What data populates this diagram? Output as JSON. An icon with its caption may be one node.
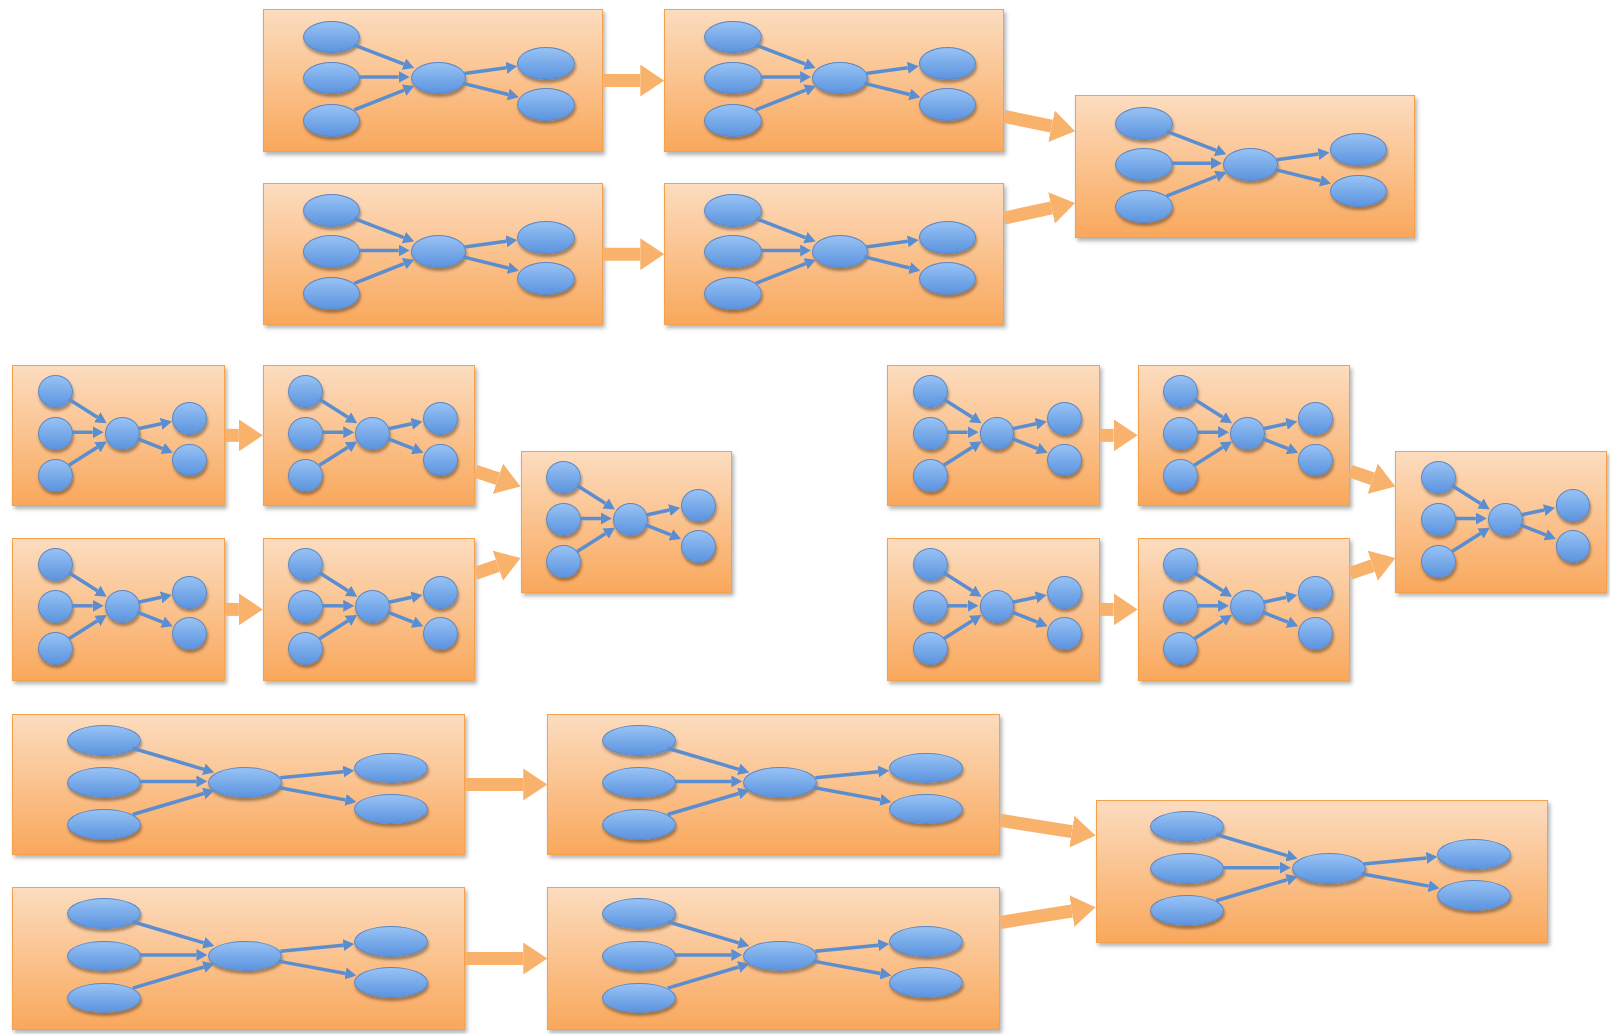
{
  "diagram": {
    "nodes": [
      {
        "text": [],
        "shape": "box"
      },
      {
        "text": [],
        "shape": "ellipse",
        "in": 0
      },
      {
        "text": [],
        "shape": "ellipse",
        "in": 0
      },
      {
        "text": [],
        "shape": "ellipse",
        "in": 0
      },
      {
        "text": [],
        "shape": "ellipse",
        "in": 0
      },
      {
        "text": [],
        "shape": "ellipse",
        "in": 0
      },
      {
        "text": [],
        "shape": "ellipse",
        "in": 0
      },
      {
        "text": [],
        "shape": "box"
      },
      {
        "text": [],
        "shape": "ellipse",
        "in": 7
      },
      {
        "text": [],
        "shape": "ellipse",
        "in": 7
      },
      {
        "text": [],
        "shape": "ellipse",
        "in": 7
      },
      {
        "text": [],
        "shape": "ellipse",
        "in": 7
      },
      {
        "text": [],
        "shape": "ellipse",
        "in": 7
      },
      {
        "text": [],
        "shape": "ellipse",
        "in": 7
      },
      {
        "text": [],
        "shape": "box"
      },
      {
        "text": [],
        "shape": "ellipse",
        "in": 14
      },
      {
        "text": [],
        "shape": "ellipse",
        "in": 14
      },
      {
        "text": [],
        "shape": "ellipse",
        "in": 14
      },
      {
        "text": [],
        "shape": "ellipse",
        "in": 14
      },
      {
        "text": [],
        "shape": "ellipse",
        "in": 14
      },
      {
        "text": [],
        "shape": "ellipse",
        "in": 14
      },
      {
        "text": [],
        "shape": "box"
      },
      {
        "text": [],
        "shape": "ellipse",
        "in": 21
      },
      {
        "text": [],
        "shape": "ellipse",
        "in": 21
      },
      {
        "text": [],
        "shape": "ellipse",
        "in": 21
      },
      {
        "text": [],
        "shape": "ellipse",
        "in": 21
      },
      {
        "text": [],
        "shape": "ellipse",
        "in": 21
      },
      {
        "text": [],
        "shape": "ellipse",
        "in": 21
      },
      {
        "text": [],
        "shape": "box"
      },
      {
        "text": [],
        "shape": "ellipse",
        "in": 28
      },
      {
        "text": [],
        "shape": "ellipse",
        "in": 28
      },
      {
        "text": [],
        "shape": "ellipse",
        "in": 28
      },
      {
        "text": [],
        "shape": "ellipse",
        "in": 28
      },
      {
        "text": [],
        "shape": "ellipse",
        "in": 28
      },
      {
        "text": [],
        "shape": "ellipse",
        "in": 28
      },
      {
        "text": [],
        "shape": "box"
      },
      {
        "text": [],
        "shape": "circle",
        "in": 35
      },
      {
        "text": [],
        "shape": "circle",
        "in": 35
      },
      {
        "text": [],
        "shape": "circle",
        "in": 35
      },
      {
        "text": [],
        "shape": "circle",
        "in": 35
      },
      {
        "text": [],
        "shape": "circle",
        "in": 35
      },
      {
        "text": [],
        "shape": "circle",
        "in": 35
      },
      {
        "text": [],
        "shape": "box"
      },
      {
        "text": [],
        "shape": "circle",
        "in": 42
      },
      {
        "text": [],
        "shape": "circle",
        "in": 42
      },
      {
        "text": [],
        "shape": "circle",
        "in": 42
      },
      {
        "text": [],
        "shape": "circle",
        "in": 42
      },
      {
        "text": [],
        "shape": "circle",
        "in": 42
      },
      {
        "text": [],
        "shape": "circle",
        "in": 42
      },
      {
        "text": [],
        "shape": "box"
      },
      {
        "text": [],
        "shape": "circle",
        "in": 49
      },
      {
        "text": [],
        "shape": "circle",
        "in": 49
      },
      {
        "text": [],
        "shape": "circle",
        "in": 49
      },
      {
        "text": [],
        "shape": "circle",
        "in": 49
      },
      {
        "text": [],
        "shape": "circle",
        "in": 49
      },
      {
        "text": [],
        "shape": "circle",
        "in": 49
      },
      {
        "text": [],
        "shape": "box"
      },
      {
        "text": [],
        "shape": "circle",
        "in": 56
      },
      {
        "text": [],
        "shape": "circle",
        "in": 56
      },
      {
        "text": [],
        "shape": "circle",
        "in": 56
      },
      {
        "text": [],
        "shape": "circle",
        "in": 56
      },
      {
        "text": [],
        "shape": "circle",
        "in": 56
      },
      {
        "text": [],
        "shape": "circle",
        "in": 56
      },
      {
        "text": [],
        "shape": "box"
      },
      {
        "text": [],
        "shape": "circle",
        "in": 63
      },
      {
        "text": [],
        "shape": "circle",
        "in": 63
      },
      {
        "text": [],
        "shape": "circle",
        "in": 63
      },
      {
        "text": [],
        "shape": "circle",
        "in": 63
      },
      {
        "text": [],
        "shape": "circle",
        "in": 63
      },
      {
        "text": [],
        "shape": "circle",
        "in": 63
      },
      {
        "text": [],
        "shape": "box"
      },
      {
        "text": [],
        "shape": "circle",
        "in": 70
      },
      {
        "text": [],
        "shape": "circle",
        "in": 70
      },
      {
        "text": [],
        "shape": "circle",
        "in": 70
      },
      {
        "text": [],
        "shape": "circle",
        "in": 70
      },
      {
        "text": [],
        "shape": "circle",
        "in": 70
      },
      {
        "text": [],
        "shape": "circle",
        "in": 70
      },
      {
        "text": [],
        "shape": "box"
      },
      {
        "text": [],
        "shape": "circle",
        "in": 77
      },
      {
        "text": [],
        "shape": "circle",
        "in": 77
      },
      {
        "text": [],
        "shape": "circle",
        "in": 77
      },
      {
        "text": [],
        "shape": "circle",
        "in": 77
      },
      {
        "text": [],
        "shape": "circle",
        "in": 77
      },
      {
        "text": [],
        "shape": "circle",
        "in": 77
      },
      {
        "text": [],
        "shape": "box"
      },
      {
        "text": [],
        "shape": "circle",
        "in": 84
      },
      {
        "text": [],
        "shape": "circle",
        "in": 84
      },
      {
        "text": [],
        "shape": "circle",
        "in": 84
      },
      {
        "text": [],
        "shape": "circle",
        "in": 84
      },
      {
        "text": [],
        "shape": "circle",
        "in": 84
      },
      {
        "text": [],
        "shape": "circle",
        "in": 84
      },
      {
        "text": [],
        "shape": "box"
      },
      {
        "text": [],
        "shape": "circle",
        "in": 91
      },
      {
        "text": [],
        "shape": "circle",
        "in": 91
      },
      {
        "text": [],
        "shape": "circle",
        "in": 91
      },
      {
        "text": [],
        "shape": "circle",
        "in": 91
      },
      {
        "text": [],
        "shape": "circle",
        "in": 91
      },
      {
        "text": [],
        "shape": "circle",
        "in": 91
      },
      {
        "text": [],
        "shape": "box"
      },
      {
        "text": [],
        "shape": "circle",
        "in": 98
      },
      {
        "text": [],
        "shape": "circle",
        "in": 98
      },
      {
        "text": [],
        "shape": "circle",
        "in": 98
      },
      {
        "text": [],
        "shape": "circle",
        "in": 98
      },
      {
        "text": [],
        "shape": "circle",
        "in": 98
      },
      {
        "text": [],
        "shape": "circle",
        "in": 98
      },
      {
        "text": [],
        "shape": "box"
      },
      {
        "text": [],
        "shape": "ellipse",
        "in": 105
      },
      {
        "text": [],
        "shape": "ellipse",
        "in": 105
      },
      {
        "text": [],
        "shape": "ellipse",
        "in": 105
      },
      {
        "text": [],
        "shape": "ellipse",
        "in": 105
      },
      {
        "text": [],
        "shape": "ellipse",
        "in": 105
      },
      {
        "text": [],
        "shape": "ellipse",
        "in": 105
      },
      {
        "text": [],
        "shape": "box"
      },
      {
        "text": [],
        "shape": "ellipse",
        "in": 112
      },
      {
        "text": [],
        "shape": "ellipse",
        "in": 112
      },
      {
        "text": [],
        "shape": "ellipse",
        "in": 112
      },
      {
        "text": [],
        "shape": "ellipse",
        "in": 112
      },
      {
        "text": [],
        "shape": "ellipse",
        "in": 112
      },
      {
        "text": [],
        "shape": "ellipse",
        "in": 112
      },
      {
        "text": [],
        "shape": "box"
      },
      {
        "text": [],
        "shape": "ellipse",
        "in": 119
      },
      {
        "text": [],
        "shape": "ellipse",
        "in": 119
      },
      {
        "text": [],
        "shape": "ellipse",
        "in": 119
      },
      {
        "text": [],
        "shape": "ellipse",
        "in": 119
      },
      {
        "text": [],
        "shape": "ellipse",
        "in": 119
      },
      {
        "text": [],
        "shape": "ellipse",
        "in": 119
      },
      {
        "text": [],
        "shape": "box"
      },
      {
        "text": [],
        "shape": "ellipse",
        "in": 126
      },
      {
        "text": [],
        "shape": "ellipse",
        "in": 126
      },
      {
        "text": [],
        "shape": "ellipse",
        "in": 126
      },
      {
        "text": [],
        "shape": "ellipse",
        "in": 126
      },
      {
        "text": [],
        "shape": "ellipse",
        "in": 126
      },
      {
        "text": [],
        "shape": "ellipse",
        "in": 126
      },
      {
        "text": [],
        "shape": "box"
      },
      {
        "text": [],
        "shape": "ellipse",
        "in": 133
      },
      {
        "text": [],
        "shape": "ellipse",
        "in": 133
      },
      {
        "text": [],
        "shape": "ellipse",
        "in": 133
      },
      {
        "text": [],
        "shape": "ellipse",
        "in": 133
      },
      {
        "text": [],
        "shape": "ellipse",
        "in": 133
      },
      {
        "text": [],
        "shape": "ellipse",
        "in": 133
      }
    ],
    "edges": [
      {
        "from": 1,
        "to": 4,
        "arrow": "to"
      },
      {
        "from": 2,
        "to": 4,
        "arrow": "to"
      },
      {
        "from": 3,
        "to": 4,
        "arrow": "to"
      },
      {
        "from": 4,
        "to": 5,
        "arrow": "to"
      },
      {
        "from": 4,
        "to": 6,
        "arrow": "to"
      },
      {
        "from": 8,
        "to": 11,
        "arrow": "to"
      },
      {
        "from": 9,
        "to": 11,
        "arrow": "to"
      },
      {
        "from": 10,
        "to": 11,
        "arrow": "to"
      },
      {
        "from": 11,
        "to": 12,
        "arrow": "to"
      },
      {
        "from": 11,
        "to": 13,
        "arrow": "to"
      },
      {
        "from": 15,
        "to": 18,
        "arrow": "to"
      },
      {
        "from": 16,
        "to": 18,
        "arrow": "to"
      },
      {
        "from": 17,
        "to": 18,
        "arrow": "to"
      },
      {
        "from": 18,
        "to": 19,
        "arrow": "to"
      },
      {
        "from": 18,
        "to": 20,
        "arrow": "to"
      },
      {
        "from": 22,
        "to": 25,
        "arrow": "to"
      },
      {
        "from": 23,
        "to": 25,
        "arrow": "to"
      },
      {
        "from": 24,
        "to": 25,
        "arrow": "to"
      },
      {
        "from": 25,
        "to": 26,
        "arrow": "to"
      },
      {
        "from": 25,
        "to": 27,
        "arrow": "to"
      },
      {
        "from": 29,
        "to": 32,
        "arrow": "to"
      },
      {
        "from": 30,
        "to": 32,
        "arrow": "to"
      },
      {
        "from": 31,
        "to": 32,
        "arrow": "to"
      },
      {
        "from": 32,
        "to": 33,
        "arrow": "to"
      },
      {
        "from": 32,
        "to": 34,
        "arrow": "to"
      },
      {
        "from": 36,
        "to": 39,
        "arrow": "to"
      },
      {
        "from": 37,
        "to": 39,
        "arrow": "to"
      },
      {
        "from": 38,
        "to": 39,
        "arrow": "to"
      },
      {
        "from": 39,
        "to": 40,
        "arrow": "to"
      },
      {
        "from": 39,
        "to": 41,
        "arrow": "to"
      },
      {
        "from": 43,
        "to": 46,
        "arrow": "to"
      },
      {
        "from": 44,
        "to": 46,
        "arrow": "to"
      },
      {
        "from": 45,
        "to": 46,
        "arrow": "to"
      },
      {
        "from": 46,
        "to": 47,
        "arrow": "to"
      },
      {
        "from": 46,
        "to": 48,
        "arrow": "to"
      },
      {
        "from": 50,
        "to": 53,
        "arrow": "to"
      },
      {
        "from": 51,
        "to": 53,
        "arrow": "to"
      },
      {
        "from": 52,
        "to": 53,
        "arrow": "to"
      },
      {
        "from": 53,
        "to": 54,
        "arrow": "to"
      },
      {
        "from": 53,
        "to": 55,
        "arrow": "to"
      },
      {
        "from": 57,
        "to": 60,
        "arrow": "to"
      },
      {
        "from": 58,
        "to": 60,
        "arrow": "to"
      },
      {
        "from": 59,
        "to": 60,
        "arrow": "to"
      },
      {
        "from": 60,
        "to": 61,
        "arrow": "to"
      },
      {
        "from": 60,
        "to": 62,
        "arrow": "to"
      },
      {
        "from": 64,
        "to": 67,
        "arrow": "to"
      },
      {
        "from": 65,
        "to": 67,
        "arrow": "to"
      },
      {
        "from": 66,
        "to": 67,
        "arrow": "to"
      },
      {
        "from": 67,
        "to": 68,
        "arrow": "to"
      },
      {
        "from": 67,
        "to": 69,
        "arrow": "to"
      },
      {
        "from": 71,
        "to": 74,
        "arrow": "to"
      },
      {
        "from": 72,
        "to": 74,
        "arrow": "to"
      },
      {
        "from": 73,
        "to": 74,
        "arrow": "to"
      },
      {
        "from": 74,
        "to": 75,
        "arrow": "to"
      },
      {
        "from": 74,
        "to": 76,
        "arrow": "to"
      },
      {
        "from": 78,
        "to": 81,
        "arrow": "to"
      },
      {
        "from": 79,
        "to": 81,
        "arrow": "to"
      },
      {
        "from": 80,
        "to": 81,
        "arrow": "to"
      },
      {
        "from": 81,
        "to": 82,
        "arrow": "to"
      },
      {
        "from": 81,
        "to": 83,
        "arrow": "to"
      },
      {
        "from": 85,
        "to": 88,
        "arrow": "to"
      },
      {
        "from": 86,
        "to": 88,
        "arrow": "to"
      },
      {
        "from": 87,
        "to": 88,
        "arrow": "to"
      },
      {
        "from": 88,
        "to": 89,
        "arrow": "to"
      },
      {
        "from": 88,
        "to": 90,
        "arrow": "to"
      },
      {
        "from": 92,
        "to": 95,
        "arrow": "to"
      },
      {
        "from": 93,
        "to": 95,
        "arrow": "to"
      },
      {
        "from": 94,
        "to": 95,
        "arrow": "to"
      },
      {
        "from": 95,
        "to": 96,
        "arrow": "to"
      },
      {
        "from": 95,
        "to": 97,
        "arrow": "to"
      },
      {
        "from": 99,
        "to": 102,
        "arrow": "to"
      },
      {
        "from": 100,
        "to": 102,
        "arrow": "to"
      },
      {
        "from": 101,
        "to": 102,
        "arrow": "to"
      },
      {
        "from": 102,
        "to": 103,
        "arrow": "to"
      },
      {
        "from": 102,
        "to": 104,
        "arrow": "to"
      },
      {
        "from": 106,
        "to": 109,
        "arrow": "to"
      },
      {
        "from": 107,
        "to": 109,
        "arrow": "to"
      },
      {
        "from": 108,
        "to": 109,
        "arrow": "to"
      },
      {
        "from": 109,
        "to": 110,
        "arrow": "to"
      },
      {
        "from": 109,
        "to": 111,
        "arrow": "to"
      },
      {
        "from": 113,
        "to": 116,
        "arrow": "to"
      },
      {
        "from": 114,
        "to": 116,
        "arrow": "to"
      },
      {
        "from": 115,
        "to": 116,
        "arrow": "to"
      },
      {
        "from": 116,
        "to": 117,
        "arrow": "to"
      },
      {
        "from": 116,
        "to": 118,
        "arrow": "to"
      },
      {
        "from": 120,
        "to": 123,
        "arrow": "to"
      },
      {
        "from": 121,
        "to": 123,
        "arrow": "to"
      },
      {
        "from": 122,
        "to": 123,
        "arrow": "to"
      },
      {
        "from": 123,
        "to": 124,
        "arrow": "to"
      },
      {
        "from": 123,
        "to": 125,
        "arrow": "to"
      },
      {
        "from": 127,
        "to": 130,
        "arrow": "to"
      },
      {
        "from": 128,
        "to": 130,
        "arrow": "to"
      },
      {
        "from": 129,
        "to": 130,
        "arrow": "to"
      },
      {
        "from": 130,
        "to": 131,
        "arrow": "to"
      },
      {
        "from": 130,
        "to": 132,
        "arrow": "to"
      },
      {
        "from": 134,
        "to": 137,
        "arrow": "to"
      },
      {
        "from": 135,
        "to": 137,
        "arrow": "to"
      },
      {
        "from": 136,
        "to": 137,
        "arrow": "to"
      },
      {
        "from": 137,
        "to": 138,
        "arrow": "to"
      },
      {
        "from": 137,
        "to": 139,
        "arrow": "to"
      },
      {
        "from": 0,
        "to": 7,
        "arrow": "to",
        "style": "thick",
        "color": "#f9b26b"
      },
      {
        "from": 14,
        "to": 21,
        "arrow": "to",
        "style": "thick",
        "color": "#f9b26b"
      },
      {
        "from": 7,
        "to": 28,
        "arrow": "to",
        "style": "thick",
        "color": "#f9b26b"
      },
      {
        "from": 21,
        "to": 28,
        "arrow": "to",
        "style": "thick",
        "color": "#f9b26b"
      },
      {
        "from": 35,
        "to": 42,
        "arrow": "to",
        "style": "thick",
        "color": "#f9b26b"
      },
      {
        "from": 49,
        "to": 56,
        "arrow": "to",
        "style": "thick",
        "color": "#f9b26b"
      },
      {
        "from": 42,
        "to": 63,
        "arrow": "to",
        "style": "thick",
        "color": "#f9b26b"
      },
      {
        "from": 56,
        "to": 63,
        "arrow": "to",
        "style": "thick",
        "color": "#f9b26b"
      },
      {
        "from": 70,
        "to": 77,
        "arrow": "to",
        "style": "thick",
        "color": "#f9b26b"
      },
      {
        "from": 84,
        "to": 91,
        "arrow": "to",
        "style": "thick",
        "color": "#f9b26b"
      },
      {
        "from": 77,
        "to": 98,
        "arrow": "to",
        "style": "thick",
        "color": "#f9b26b"
      },
      {
        "from": 91,
        "to": 98,
        "arrow": "to",
        "style": "thick",
        "color": "#f9b26b"
      },
      {
        "from": 105,
        "to": 112,
        "arrow": "to",
        "style": "thick",
        "color": "#f9b26b"
      },
      {
        "from": 119,
        "to": 126,
        "arrow": "to",
        "style": "thick",
        "color": "#f9b26b"
      },
      {
        "from": 112,
        "to": 133,
        "arrow": "to",
        "style": "thick",
        "color": "#f9b26b"
      },
      {
        "from": 126,
        "to": 133,
        "arrow": "to",
        "style": "thick",
        "color": "#f9b26b"
      }
    ]
  }
}
